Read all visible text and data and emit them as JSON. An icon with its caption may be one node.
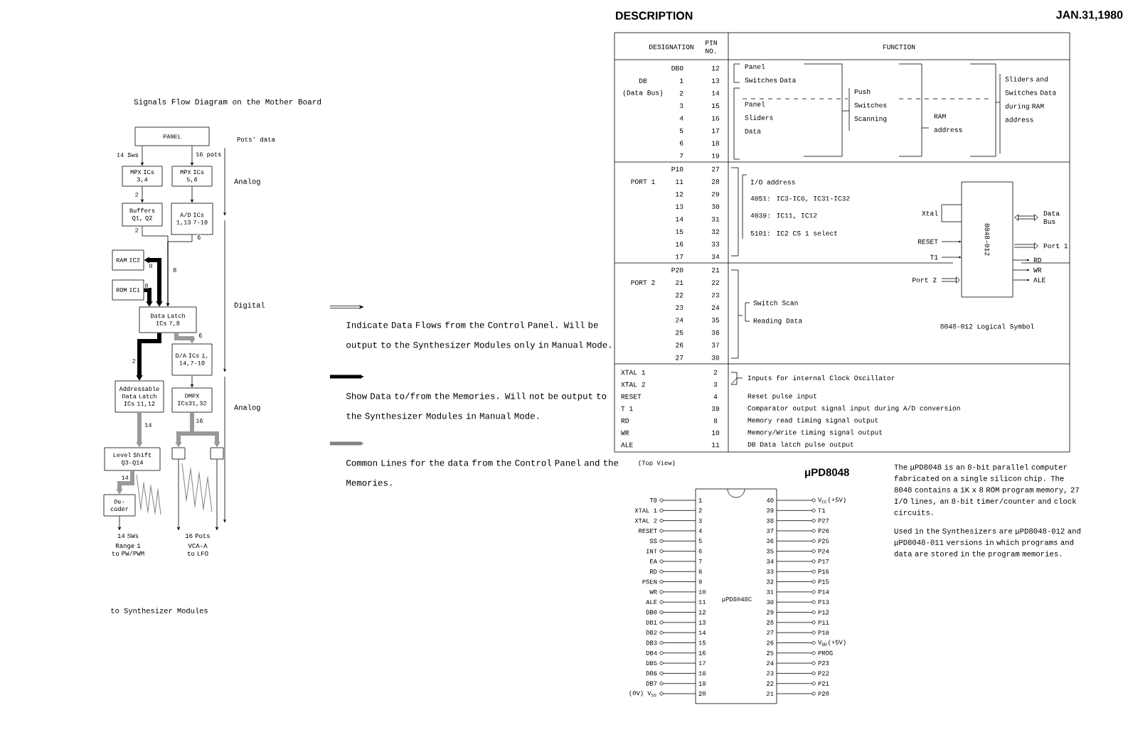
{
  "diagram": {
    "title": "Signals Flow Diagram on the Mother Board",
    "nodes": [
      {
        "text": [
          "PANEL"
        ]
      },
      {
        "text": [
          "MPX ICs 3,4"
        ]
      },
      {
        "text": [
          "MPX ICs 5,6"
        ]
      },
      {
        "text": [
          "Buffers Q1, Q2"
        ]
      },
      {
        "text": [
          "A/D ICs 1,13 7-10"
        ]
      },
      {
        "text": [
          "RAM IC2"
        ]
      },
      {
        "text": [
          "ROM IC1"
        ]
      },
      {
        "text": [
          "Data Latch ICs 7,8"
        ]
      },
      {
        "text": [
          "D/A ICs 1, 14,7-10"
        ]
      },
      {
        "text": [
          "Addressable Data Latch ICs 11,12"
        ]
      },
      {
        "text": [
          "DMPX ICs31,32"
        ]
      },
      {
        "text": [
          "Level Shift Q3-Q14"
        ]
      },
      {
        "text": [
          "De-coder"
        ]
      },
      {
        "text": [],
        "shape": "box"
      },
      {
        "text": [],
        "shape": "box"
      },
      {
        "text": [
          "14 SWs"
        ]
      },
      {
        "text": [
          "16 Pots"
        ]
      }
    ],
    "edges": [
      {
        "from": 0,
        "to": 1,
        "arrow": "to",
        "label": "14 Sws"
      },
      {
        "from": 0,
        "to": 2,
        "arrow": "to",
        "label": "16 pots"
      },
      {
        "from": 1,
        "to": 3,
        "arrow": "to",
        "label": "2"
      },
      {
        "from": 2,
        "to": 4,
        "arrow": "to"
      },
      {
        "from": 3,
        "to": 7,
        "arrow": "to",
        "label": "2"
      },
      {
        "from": 4,
        "to": 7,
        "arrow": "to",
        "label": "6"
      },
      {
        "from": 5,
        "to": 7,
        "arrow": "both",
        "label": "8",
        "style": "thick"
      },
      {
        "from": 6,
        "to": 7,
        "arrow": "to",
        "label": "8",
        "style": "thick"
      },
      {
        "from": 7,
        "to": 9,
        "arrow": "to",
        "label": "2",
        "style": "thick"
      },
      {
        "from": 7,
        "to": 8,
        "arrow": "to",
        "label": "6",
        "style": "thick",
        "color": "#999999"
      },
      {
        "from": 8,
        "to": 10,
        "arrow": "to"
      },
      {
        "from": 9,
        "to": 11,
        "arrow": "to",
        "label": "14",
        "style": "thick",
        "color": "#999999"
      },
      {
        "from": 10,
        "to": 13,
        "arrow": "to",
        "label": "16",
        "style": "thick",
        "color": "#999999"
      },
      {
        "from": 10,
        "to": 14,
        "arrow": "to",
        "style": "thick",
        "color": "#999999"
      },
      {
        "from": 11,
        "to": 12,
        "arrow": "to",
        "label": "14",
        "style": "thick",
        "color": "#999999"
      },
      {
        "from": 12,
        "to": 15,
        "arrow": "to"
      },
      {
        "from": 13,
        "to": 16,
        "arrow": "to"
      },
      {
        "from": 14,
        "to": 16,
        "arrow": "to"
      }
    ],
    "labels": [
      "Pots' data",
      "Analog",
      "Digital",
      "Analog",
      "Range 1 to PW/PWM",
      "VCA-A to LFO",
      "to Synthesizer Modules",
      "8",
      "DESCRIPTION",
      "JAN.31,1980",
      "DESIGNATION",
      "PIN NO.",
      "FUNCTION",
      "DB0",
      "12",
      "DB",
      "1",
      "13",
      "(Data Bus)",
      "2",
      "14",
      "3",
      "15",
      "4",
      "16",
      "5",
      "17",
      "6",
      "18",
      "7",
      "19",
      "Panel Switches Data",
      "Panel Sliders Data",
      "Push Switches Scanning",
      "RAM address",
      "Sliders and Switches Data during RAM address",
      "P10",
      "27",
      "PORT 1",
      "11",
      "28",
      "12",
      "29",
      "13",
      "30",
      "14",
      "31",
      "15",
      "32",
      "16",
      "33",
      "17",
      "34",
      "I/O address",
      "4051: IC3-IC6, IC31-IC32",
      "4039: IC11, IC12",
      "5101: IC2 CS 1 select",
      "Xtal",
      "RESET",
      "T1",
      "Port 2",
      "Data Bus",
      "Port 1",
      "RD",
      "WR",
      "ALE",
      "8048-012",
      "8048-012 Logical Symbol",
      "P20",
      "21",
      "PORT 2",
      "21",
      "22",
      "22",
      "23",
      "23",
      "24",
      "24",
      "35",
      "25",
      "36",
      "26",
      "37",
      "27",
      "38",
      "Switch Scan",
      "Reading Data",
      "XTAL 1",
      "2",
      "Inputs for internal Clock Oscillator",
      "XTAL 2",
      "3",
      "RESET",
      "4",
      "Reset pulse input",
      "T 1",
      "39",
      "Comparator output signal input during A/D conversion",
      "RD",
      "8",
      "Memory read timing signal output",
      "WR",
      "10",
      "Memory/Write timing signal output",
      "ALE",
      "11",
      "DB Data latch pulse output",
      "(Top View)",
      "μPD8048",
      "μPD8048C",
      "T0",
      "1",
      "40",
      "V$_{CC}$(+5V)",
      "XTAL 1",
      "2",
      "39",
      "T1",
      "XTAL 2",
      "3",
      "38",
      "P27",
      "RESET",
      "4",
      "37",
      "P26",
      "SS",
      "5",
      "36",
      "P25",
      "INT",
      "6",
      "35",
      "P24",
      "EA",
      "7",
      "34",
      "P17",
      "RD",
      "8",
      "33",
      "P16",
      "PSEN",
      "9",
      "32",
      "P15",
      "WR",
      "10",
      "31",
      "P14",
      "ALE",
      "11",
      "30",
      "P13",
      "DB0",
      "12",
      "29",
      "P12",
      "DB1",
      "13",
      "28",
      "P11",
      "DB2",
      "14",
      "27",
      "P10",
      "DB3",
      "15",
      "26",
      "V$_{DD}$(+5V)",
      "DB4",
      "16",
      "25",
      "PROG",
      "DB5",
      "17",
      "24",
      "P23",
      "DB6",
      "18",
      "23",
      "P22",
      "DB7",
      "19",
      "22",
      "P21",
      "(0V) V$_{SS}$",
      "20",
      "21",
      "P20",
      "The μPD8048 is an 8-bit parallel computer fabricated on a single silicon chip. The 8048 contains a 1K x 8 ROM program memory, 27 I/O lines, an 8-bit timer/counter and clock circuits.",
      "Used in the Synthesizers are μPD8048-012 and μPD8048-011 versions in which programs and data are stored in the program memories."
    ],
    "legend": [
      {
        "text": "Indicate Data Flows from the Control Panel. Will be output to the Synthesizer Modules only in Manual Mode."
      },
      {
        "text": "Show Data to/from the Memories. Will not be output to the Synthesizer Modules in Manual Mode."
      },
      {
        "text": "Common Lines for the data from the Control Panel and the Memories."
      }
    ]
  }
}
